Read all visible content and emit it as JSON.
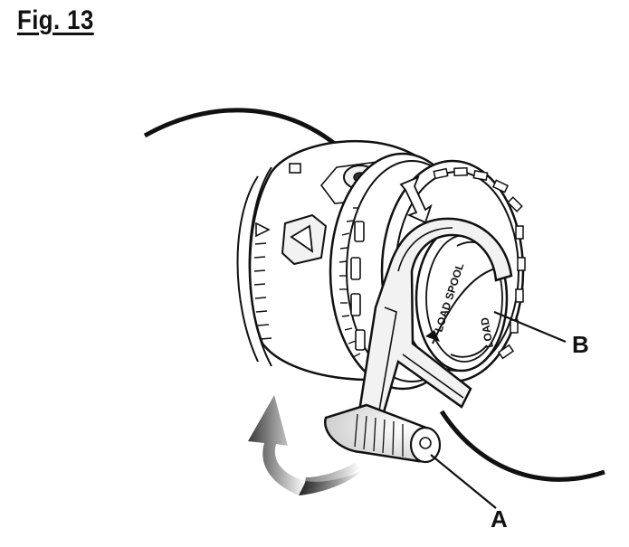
{
  "figure": {
    "title": "Fig. 13"
  },
  "callouts": [
    {
      "id": "A",
      "label": "A"
    },
    {
      "id": "B",
      "label": "B"
    }
  ],
  "spool_cap": {
    "text_1": "LOAD SPOOL",
    "text_2": "LOAD"
  },
  "colors": {
    "ink": "#111111",
    "panel": "#f2f2f2",
    "shade": "#d2d2d2",
    "background": "#ffffff"
  }
}
